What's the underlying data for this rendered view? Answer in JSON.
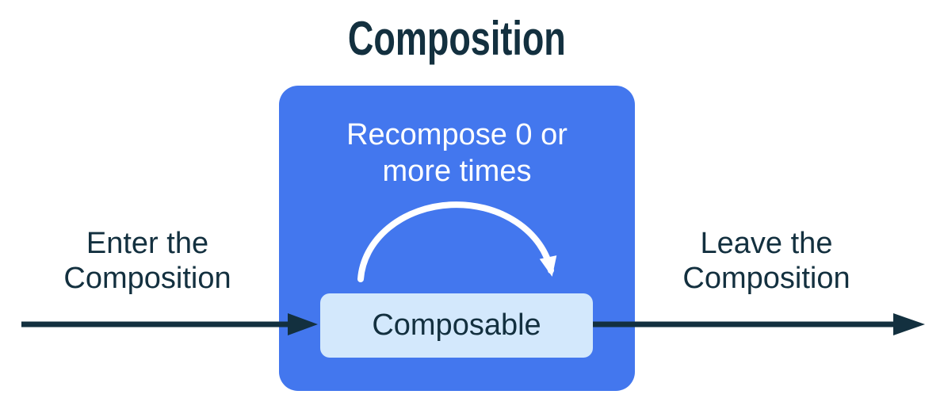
{
  "title": "Composition",
  "colors": {
    "navy": "#13303F",
    "blue": "#4377EE",
    "light_blue": "#D3E8FC",
    "white": "#FFFFFF",
    "background": "#FFFFFF"
  },
  "diagram": {
    "enter_label": "Enter the\nComposition",
    "leave_label": "Leave the\nComposition",
    "composition_box": {
      "recompose_label": "Recompose 0 or\nmore times",
      "composable_label": "Composable"
    },
    "icons": {
      "enter_arrow": "right-arrow",
      "leave_arrow": "right-arrow",
      "recompose_loop": "clockwise-arc-arrow"
    }
  }
}
